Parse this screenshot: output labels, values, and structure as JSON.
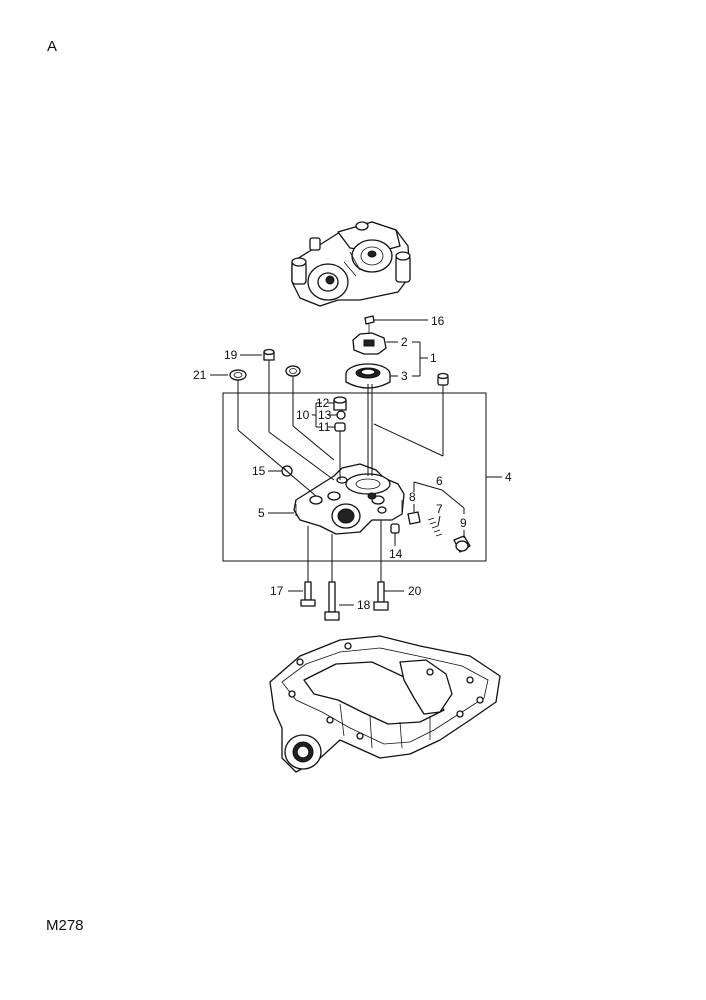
{
  "page": {
    "section_letter": "A",
    "illustration_code": "M278"
  },
  "callouts": {
    "c1": "1",
    "c2": "2",
    "c3": "3",
    "c4": "4",
    "c5": "5",
    "c6": "6",
    "c7": "7",
    "c8": "8",
    "c9": "9",
    "c10": "10",
    "c11": "11",
    "c12": "12",
    "c13": "13",
    "c14": "14",
    "c15": "15",
    "c16": "16",
    "c17": "17",
    "c18": "18",
    "c19": "19",
    "c20": "20",
    "c21": "21"
  }
}
